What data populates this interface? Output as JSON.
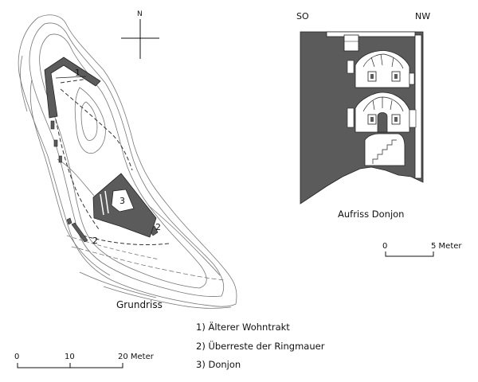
{
  "plan": {
    "caption": "Grundriss",
    "north": "N",
    "markers": [
      "1",
      "2",
      "3"
    ]
  },
  "elevation": {
    "caption": "Aufriss Donjon",
    "left_dir": "SO",
    "right_dir": "NW"
  },
  "scale_plan": {
    "ticks": [
      "0",
      "10",
      "20 Meter"
    ]
  },
  "scale_elev": {
    "ticks": [
      "0",
      "5 Meter"
    ]
  },
  "legend": [
    "1) Älterer Wohntrakt",
    "2) Überreste der Ringmauer",
    "3) Donjon"
  ],
  "colors": {
    "masonry": "#5b5b5b",
    "line": "#222222",
    "contour": "#777777"
  }
}
